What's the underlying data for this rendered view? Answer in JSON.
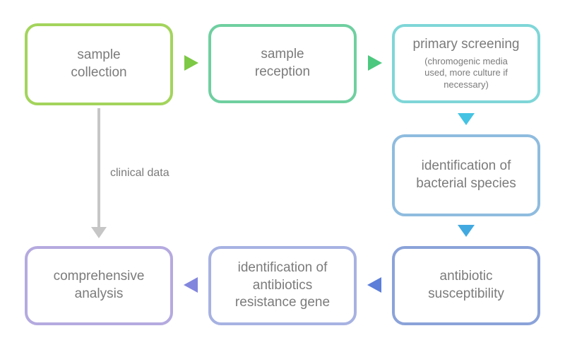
{
  "diagram": {
    "text_color": "#7b7b7b",
    "connector": {
      "label": "clinical data",
      "color": "#c6c6c6"
    },
    "nodes": [
      {
        "name": "sample-collection",
        "label": "sample\ncollection",
        "border_color": "#a3d45c"
      },
      {
        "name": "sample-reception",
        "label": "sample\nreception",
        "border_color": "#6fcfa0"
      },
      {
        "name": "primary-screening",
        "label": "primary screening",
        "sublabel": "(chromogenic media\nused, more culture if\nnecessary)",
        "border_color": "#7fd6d8"
      },
      {
        "name": "identification-of-bacterial-species",
        "label": "identification of\nbacterial species",
        "border_color": "#8fbcdf"
      },
      {
        "name": "antibiotic-susceptibility",
        "label": "antibiotic\nsusceptibility",
        "border_color": "#8ba3d9"
      },
      {
        "name": "identification-of-antibiotics-resistance-gene",
        "label": "identification of\nantibiotics\nresistance gene",
        "border_color": "#a7b2e2"
      },
      {
        "name": "comprehensive-analysis",
        "label": "comprehensive\nanalysis",
        "border_color": "#b5aadf"
      }
    ],
    "arrows": [
      {
        "name": "arrow-collection-to-reception",
        "direction": "right",
        "color": "#7dc844"
      },
      {
        "name": "arrow-reception-to-screening",
        "direction": "right",
        "color": "#4dc87f"
      },
      {
        "name": "arrow-screening-to-identification",
        "direction": "down",
        "color": "#45c3e3"
      },
      {
        "name": "arrow-identification-to-susceptibility",
        "direction": "down",
        "color": "#42a9e0"
      },
      {
        "name": "arrow-susceptibility-to-resistance",
        "direction": "left",
        "color": "#5d7ed9"
      },
      {
        "name": "arrow-resistance-to-analysis",
        "direction": "left",
        "color": "#8286dd"
      }
    ]
  }
}
